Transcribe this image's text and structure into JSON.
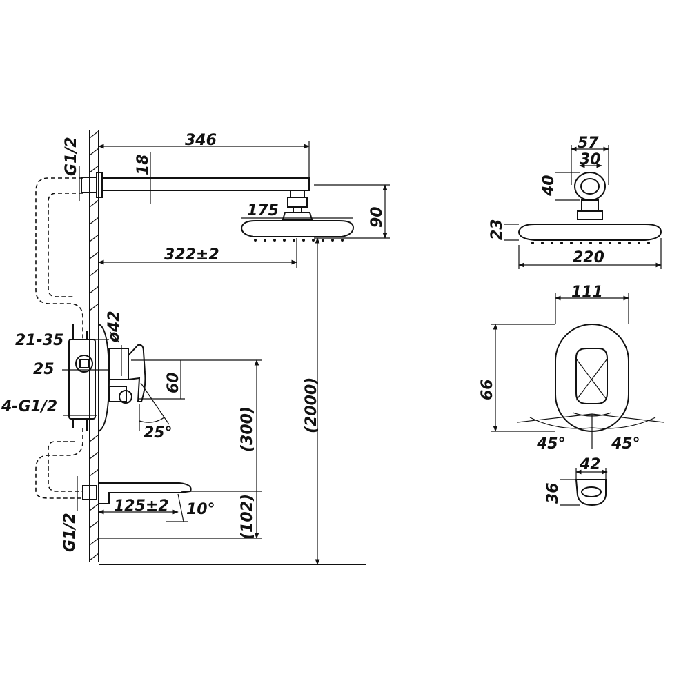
{
  "dimensions": {
    "arm_length": "346",
    "arm_height": "18",
    "head_diameter_side": "175",
    "head_drop": "90",
    "arm_projection": "322±2",
    "total_height": "(2000)",
    "mixer_height": "(300)",
    "spout_height": "(102)",
    "spout_projection": "125±2",
    "spout_angle": "10°",
    "inlet_top": "G1/2",
    "inlet_bottom": "G1/2",
    "wall_range": "21-35",
    "body_offset": "25",
    "body_inlets": "4-G1/2",
    "escutcheon_diameter": "ø42",
    "handle_height": "60",
    "handle_angle": "25°",
    "joint_width": "57",
    "joint_inner": "30",
    "joint_height": "40",
    "head_thickness": "23",
    "head_diameter": "220",
    "plate_width": "111",
    "plate_height": "66",
    "handle_left_angle": "45°",
    "handle_right_angle": "45°",
    "spout_width": "42",
    "spout_depth": "36"
  }
}
